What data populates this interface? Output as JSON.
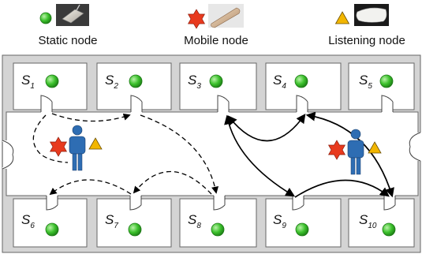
{
  "legend": {
    "static": "Static node",
    "mobile": "Mobile node",
    "listening": "Listening node"
  },
  "rooms_top": [
    {
      "label": "S",
      "sub": "1"
    },
    {
      "label": "S",
      "sub": "2"
    },
    {
      "label": "S",
      "sub": "3"
    },
    {
      "label": "S",
      "sub": "4"
    },
    {
      "label": "S",
      "sub": "5"
    }
  ],
  "rooms_bottom": [
    {
      "label": "S",
      "sub": "6"
    },
    {
      "label": "S",
      "sub": "7"
    },
    {
      "label": "S",
      "sub": "8"
    },
    {
      "label": "S",
      "sub": "9"
    },
    {
      "label": "S",
      "sub": "10"
    }
  ],
  "colors": {
    "static": "#28b824",
    "mobile": "#e83a1e",
    "listening": "#f2b600",
    "person": "#2e6db3",
    "wall_fill": "#d4d4d4",
    "room_fill": "#ffffff"
  }
}
